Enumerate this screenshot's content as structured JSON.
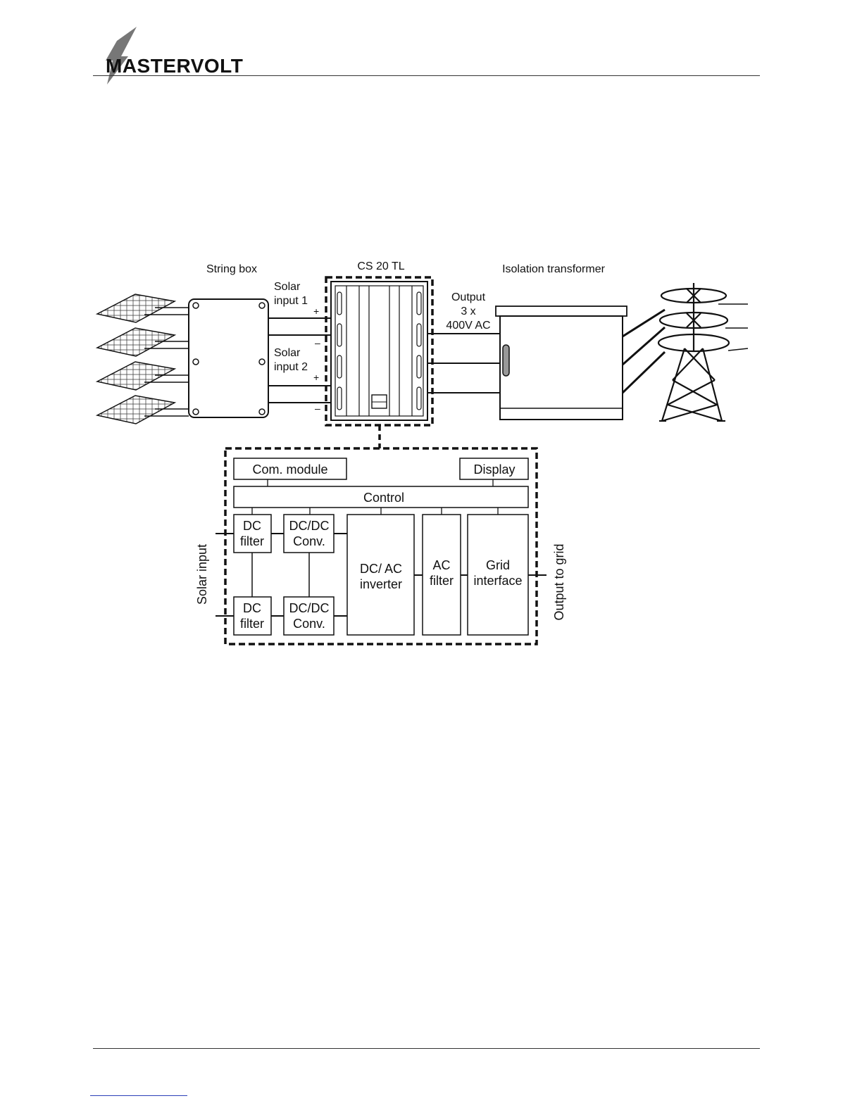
{
  "brand": {
    "name": "MASTERVOLT"
  },
  "system": {
    "string_box_label": "String box",
    "inverter_label": "CS 20 TL",
    "transformer_label": "Isolation transformer",
    "solar_input_1": [
      "Solar",
      "input 1"
    ],
    "solar_input_2": [
      "Solar",
      "input 2"
    ],
    "output_label": [
      "Output",
      "3 x",
      "400V AC"
    ],
    "plus": "+",
    "minus": "–"
  },
  "block_diagram": {
    "com_module": "Com. module",
    "display": "Display",
    "control": "Control",
    "dc_filter": [
      "DC",
      "filter"
    ],
    "dcdc_conv": [
      "DC/DC",
      "Conv."
    ],
    "dcac_inverter": [
      "DC/ AC",
      "inverter"
    ],
    "ac_filter": [
      "AC",
      "filter"
    ],
    "grid_interface": [
      "Grid",
      "interface"
    ],
    "solar_input": "Solar input",
    "output_to_grid": "Output to grid"
  },
  "icons": [
    "bolt-logo-icon",
    "solar-panel-icon",
    "junction-box-icon",
    "inverter-cabinet-icon",
    "transformer-cabinet-icon",
    "power-pylon-icon"
  ]
}
